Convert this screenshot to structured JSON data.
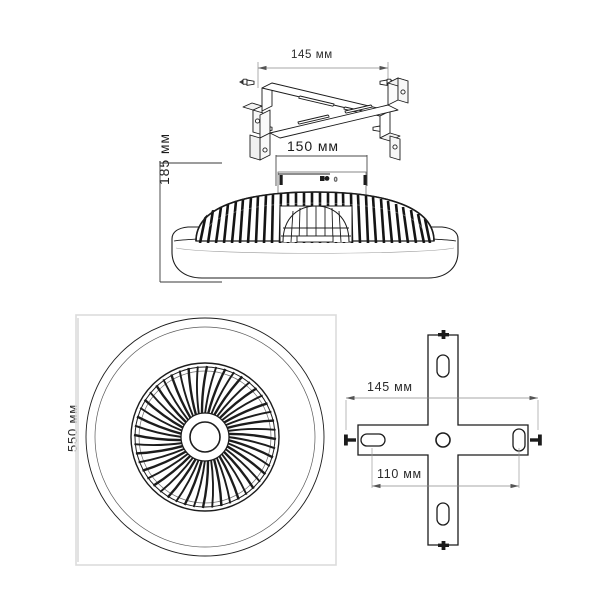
{
  "drawing": {
    "title": "Ceiling fan light fixture technical drawing",
    "background_color": "#ffffff",
    "line_color": "#1c1c1c",
    "frame_color": "#d8d8d8"
  },
  "views": {
    "bracket_top": {
      "name": "X-bracket exploded view with screws",
      "dimension_label": "145 мм"
    },
    "side_elevation": {
      "name": "Side elevation of fan fixture",
      "width_label": "150 мм",
      "height_label": "185 мм"
    },
    "bottom_plan": {
      "name": "Bottom plan view of fan blades",
      "diameter_label": "550 мм"
    },
    "cross_plate": {
      "name": "Cross mounting plate plan view",
      "width_label": "145 мм",
      "slot_span_label": "110 мм"
    }
  },
  "labels": {
    "bracket_width": "145 мм",
    "mount_width": "150 мм",
    "fixture_height": "185 мм",
    "fixture_diameter": "550 мм",
    "plate_width": "145 мм",
    "plate_slot_span": "110 мм"
  },
  "icons": {
    "arrow": "dimension-arrow",
    "screw": "screw-icon"
  }
}
